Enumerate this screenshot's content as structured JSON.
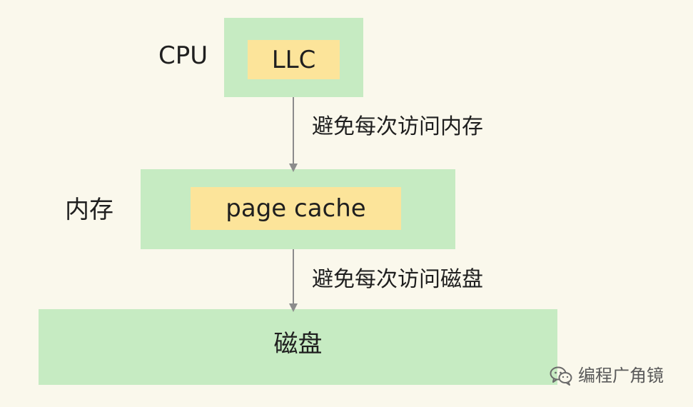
{
  "levels": {
    "cpu": {
      "label": "CPU",
      "inner": "LLC"
    },
    "memory": {
      "label": "内存",
      "inner": "page cache"
    },
    "disk": {
      "label": "磁盘"
    }
  },
  "edges": [
    {
      "from": "LLC",
      "to": "page cache",
      "label": "避免每次访问内存"
    },
    {
      "from": "page cache",
      "to": "磁盘",
      "label": "避免每次访问磁盘"
    }
  ],
  "watermark": {
    "icon": "wechat-icon",
    "text": "编程广角镜"
  },
  "colors": {
    "background": "#faf8ec",
    "outer_box": "#c6ebc2",
    "inner_box": "#fce49a",
    "arrow": "#8c8c8c"
  }
}
